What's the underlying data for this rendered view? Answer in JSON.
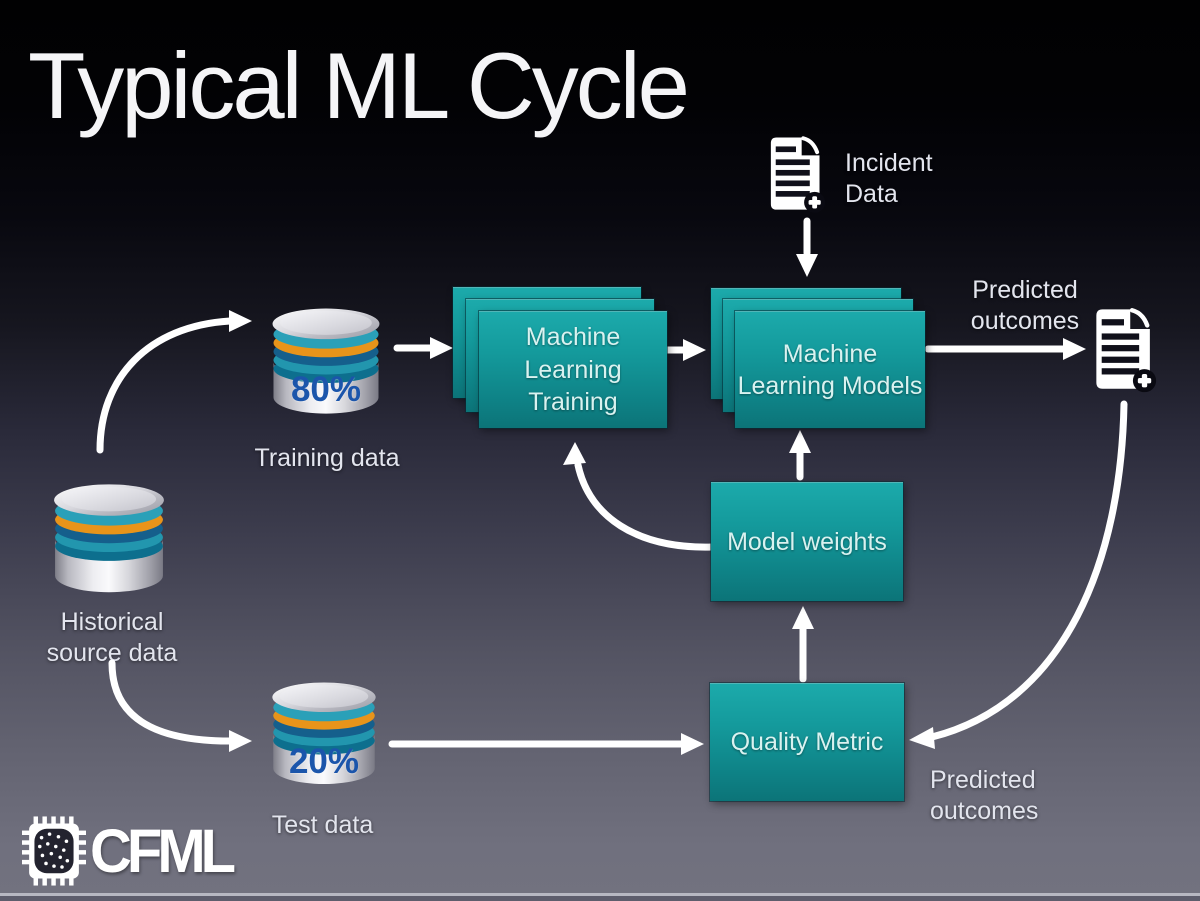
{
  "slide": {
    "title": "Typical ML Cycle"
  },
  "incident": {
    "label": "Incident\nData"
  },
  "databases": {
    "training": {
      "percent": "80%",
      "label": "Training data"
    },
    "test": {
      "percent": "20%",
      "label": "Test data"
    },
    "historical": {
      "label": "Historical\nsource data"
    }
  },
  "boxes": {
    "ml_training": {
      "label": "Machine\nLearning\nTraining"
    },
    "ml_models": {
      "label": "Machine\nLearning Models"
    },
    "model_weights": {
      "label": "Model weights"
    },
    "quality_metric": {
      "label": "Quality Metric"
    }
  },
  "outputs": {
    "predicted_top": {
      "label": "Predicted\noutcomes"
    },
    "predicted_bottom": {
      "label": "Predicted\noutcomes"
    }
  },
  "logo": {
    "text": "CFML"
  },
  "colors": {
    "box_teal_top": "#1caaab",
    "box_teal_bottom": "#0c7478",
    "percent_blue": "#1b55ab",
    "ring_teal": "#2aa0b8",
    "ring_orange": "#e8941a",
    "arrow_white": "#ffffff"
  }
}
